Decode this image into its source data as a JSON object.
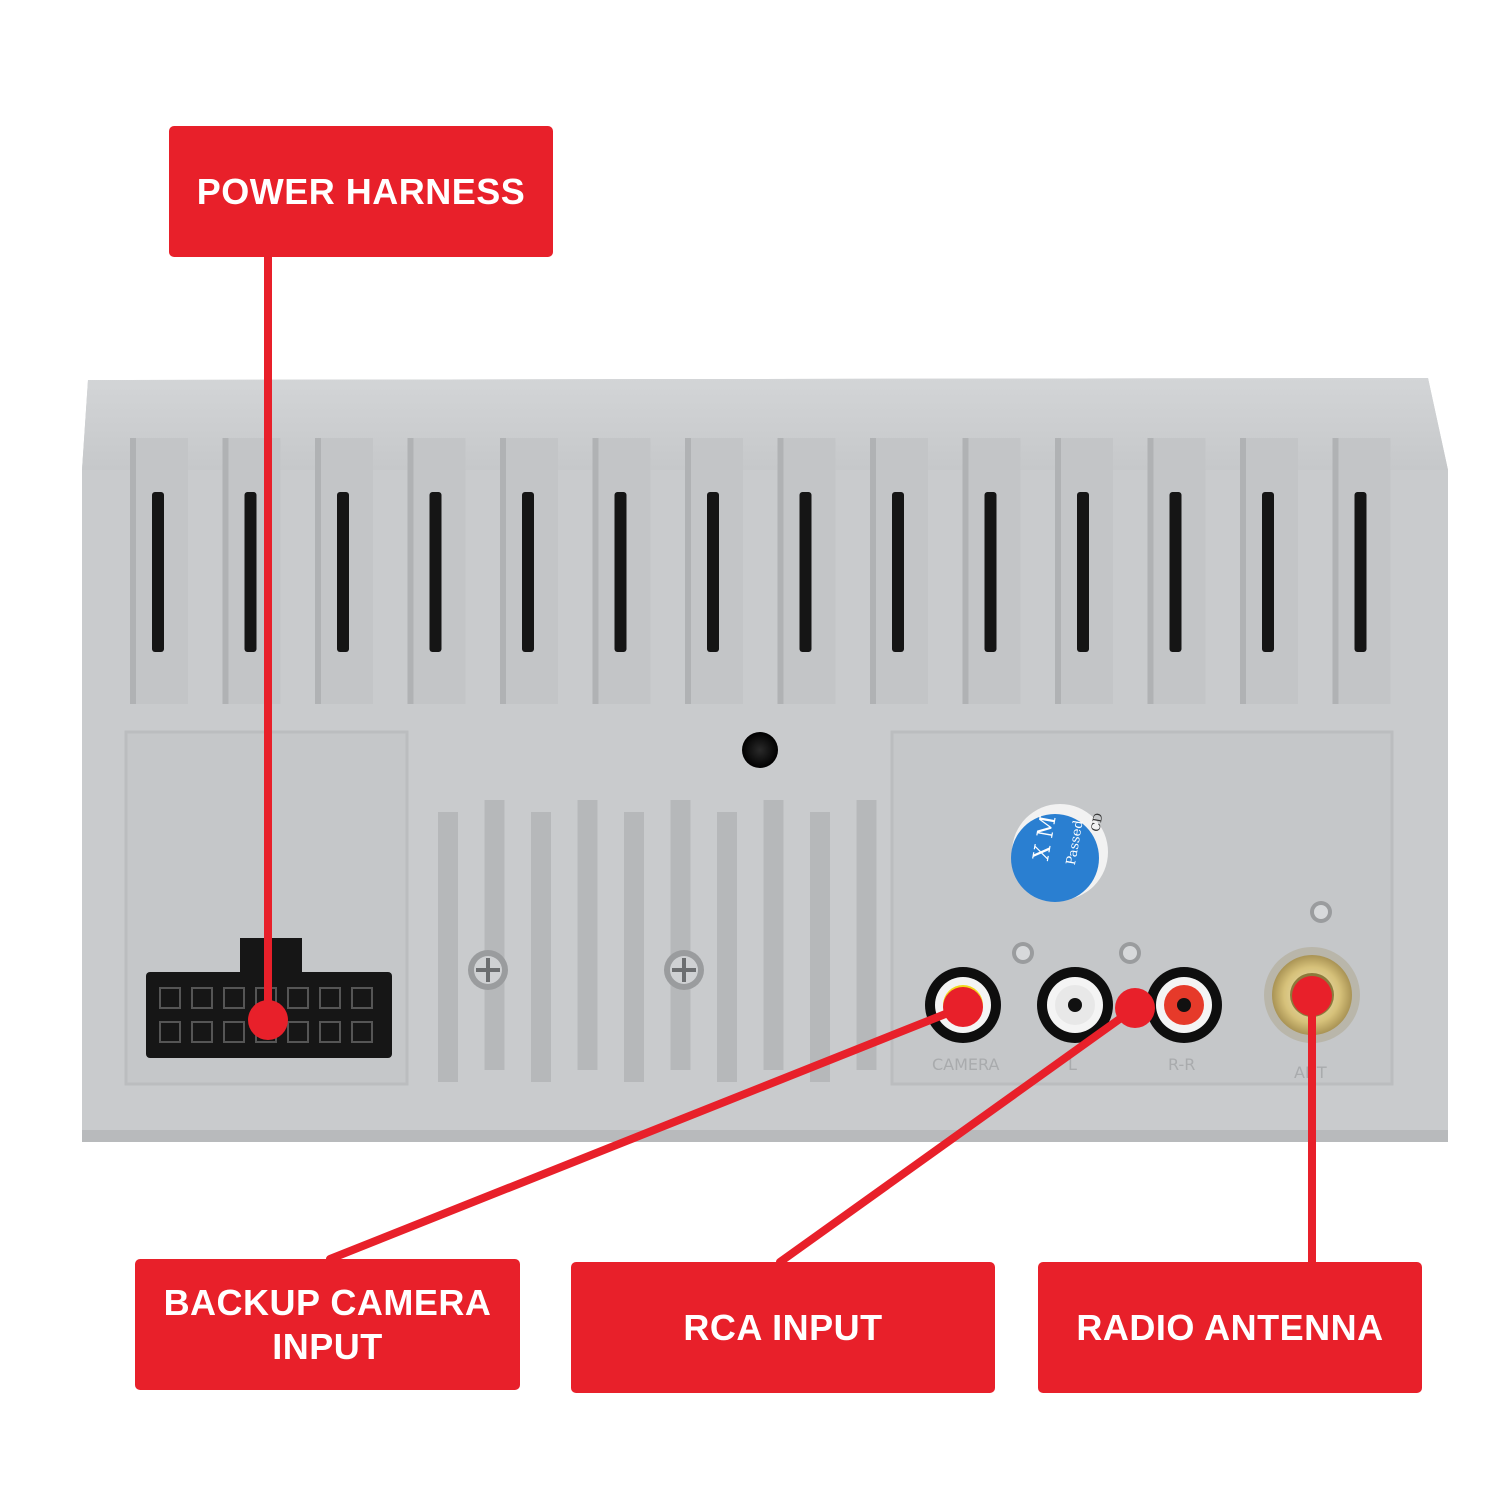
{
  "labels": {
    "power_harness": "POWER HARNESS",
    "backup_camera_line1": "BACKUP CAMERA",
    "backup_camera_line2": "INPUT",
    "rca_input": "RCA INPUT",
    "radio_antenna": "RADIO ANTENNA"
  },
  "sticker": {
    "text_main": "X M",
    "text_sub": "Passed",
    "text_corner": "CD"
  },
  "port_labels": {
    "camera": "CAMERA",
    "left": "L",
    "right": "R-R",
    "antenna": "ANT"
  },
  "colors": {
    "accent": "#e8202a",
    "unit_body": "#c9cbcd",
    "unit_shadow": "#b3b5b7",
    "slot": "#151515",
    "sticker": "#2a7fd1",
    "rca_yellow": "#f1d81e",
    "rca_white": "#f4f4f4",
    "rca_red": "#e63a2a"
  }
}
